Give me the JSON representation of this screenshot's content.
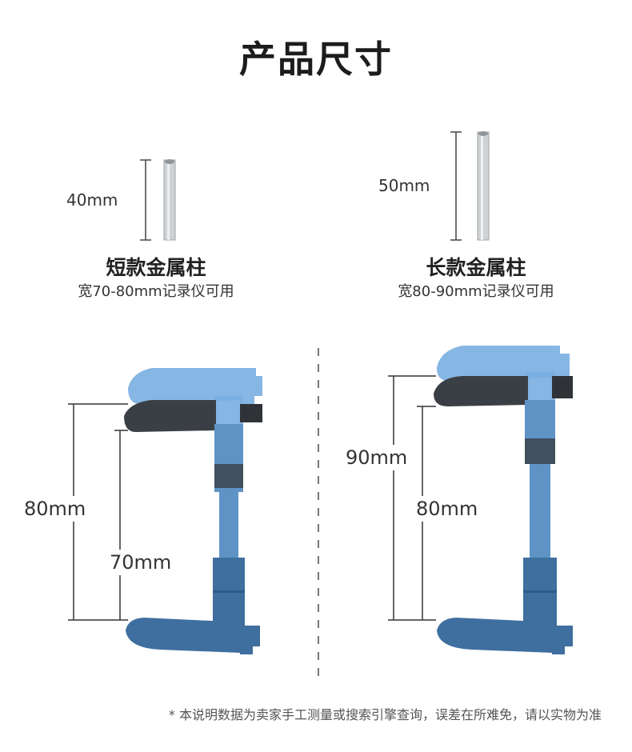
{
  "title": "产品尺寸",
  "posts": {
    "short": {
      "name": "短款金属柱",
      "desc": "宽70-80mm记录仪可用",
      "length_label": "40mm"
    },
    "long": {
      "name": "长款金属柱",
      "desc": "宽80-90mm记录仪可用",
      "length_label": "50mm"
    }
  },
  "mounts": {
    "left": {
      "outer_label": "80mm",
      "inner_label": "70mm"
    },
    "right": {
      "outer_label": "90mm",
      "inner_label": "80mm"
    }
  },
  "footnote": "* 本说明数据为卖家手工测量或搜索引擎查询，误差在所难免，请以实物为准",
  "colors": {
    "mount_dark": "#3f6f9f",
    "mount_light": "#79aee0",
    "pad_dark": "#3a3f45",
    "metal": "#cfd2d4"
  }
}
